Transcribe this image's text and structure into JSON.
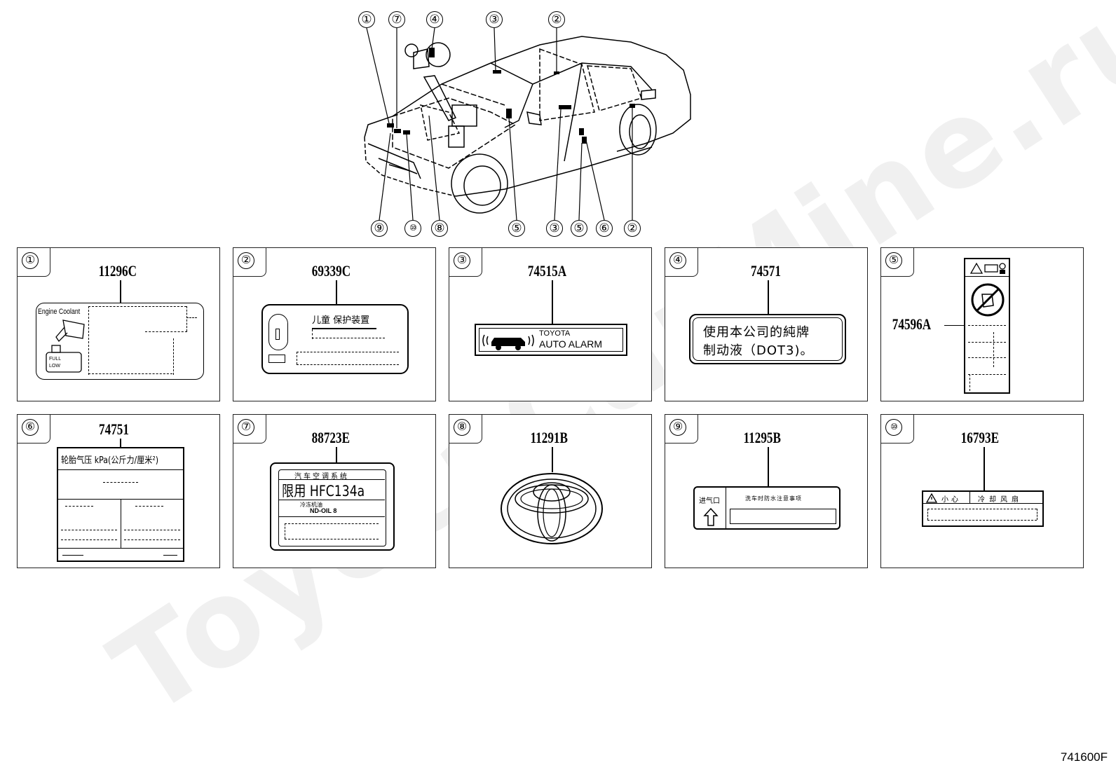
{
  "diagram_code": "741600F",
  "watermark": "ToyotaCarMine.ru",
  "callouts_top": [
    "①",
    "⑦",
    "④",
    "③",
    "②"
  ],
  "callouts_bottom": [
    "⑨",
    "⑩",
    "⑧",
    "⑤",
    "③",
    "⑤",
    "⑥",
    "②"
  ],
  "panels": [
    {
      "num": "①",
      "part": "11296C",
      "text": [
        "Engine Coolant",
        "FULL",
        "LOW"
      ]
    },
    {
      "num": "②",
      "part": "69339C",
      "text": [
        "儿童 保护装置"
      ]
    },
    {
      "num": "③",
      "part": "74515A",
      "text": [
        "TOYOTA",
        "AUTO ALARM"
      ]
    },
    {
      "num": "④",
      "part": "74571",
      "text": [
        "使用本公司的純牌",
        "制动液（DOT3)。"
      ]
    },
    {
      "num": "⑤",
      "part": "74596A",
      "text": []
    },
    {
      "num": "⑥",
      "part": "74751",
      "text": [
        "轮胎气压 kPa(公斤力/厘米²)"
      ]
    },
    {
      "num": "⑦",
      "part": "88723E",
      "text": [
        "汽车空调系统",
        "限用 HFC134a",
        "冷冻机油",
        "ND-OIL 8"
      ]
    },
    {
      "num": "⑧",
      "part": "11291B",
      "text": []
    },
    {
      "num": "⑨",
      "part": "11295B",
      "text": [
        "进气口",
        "洗车时防水注意事项"
      ]
    },
    {
      "num": "⑩",
      "part": "16793E",
      "text": [
        "小心",
        "冷却风扇"
      ]
    }
  ]
}
